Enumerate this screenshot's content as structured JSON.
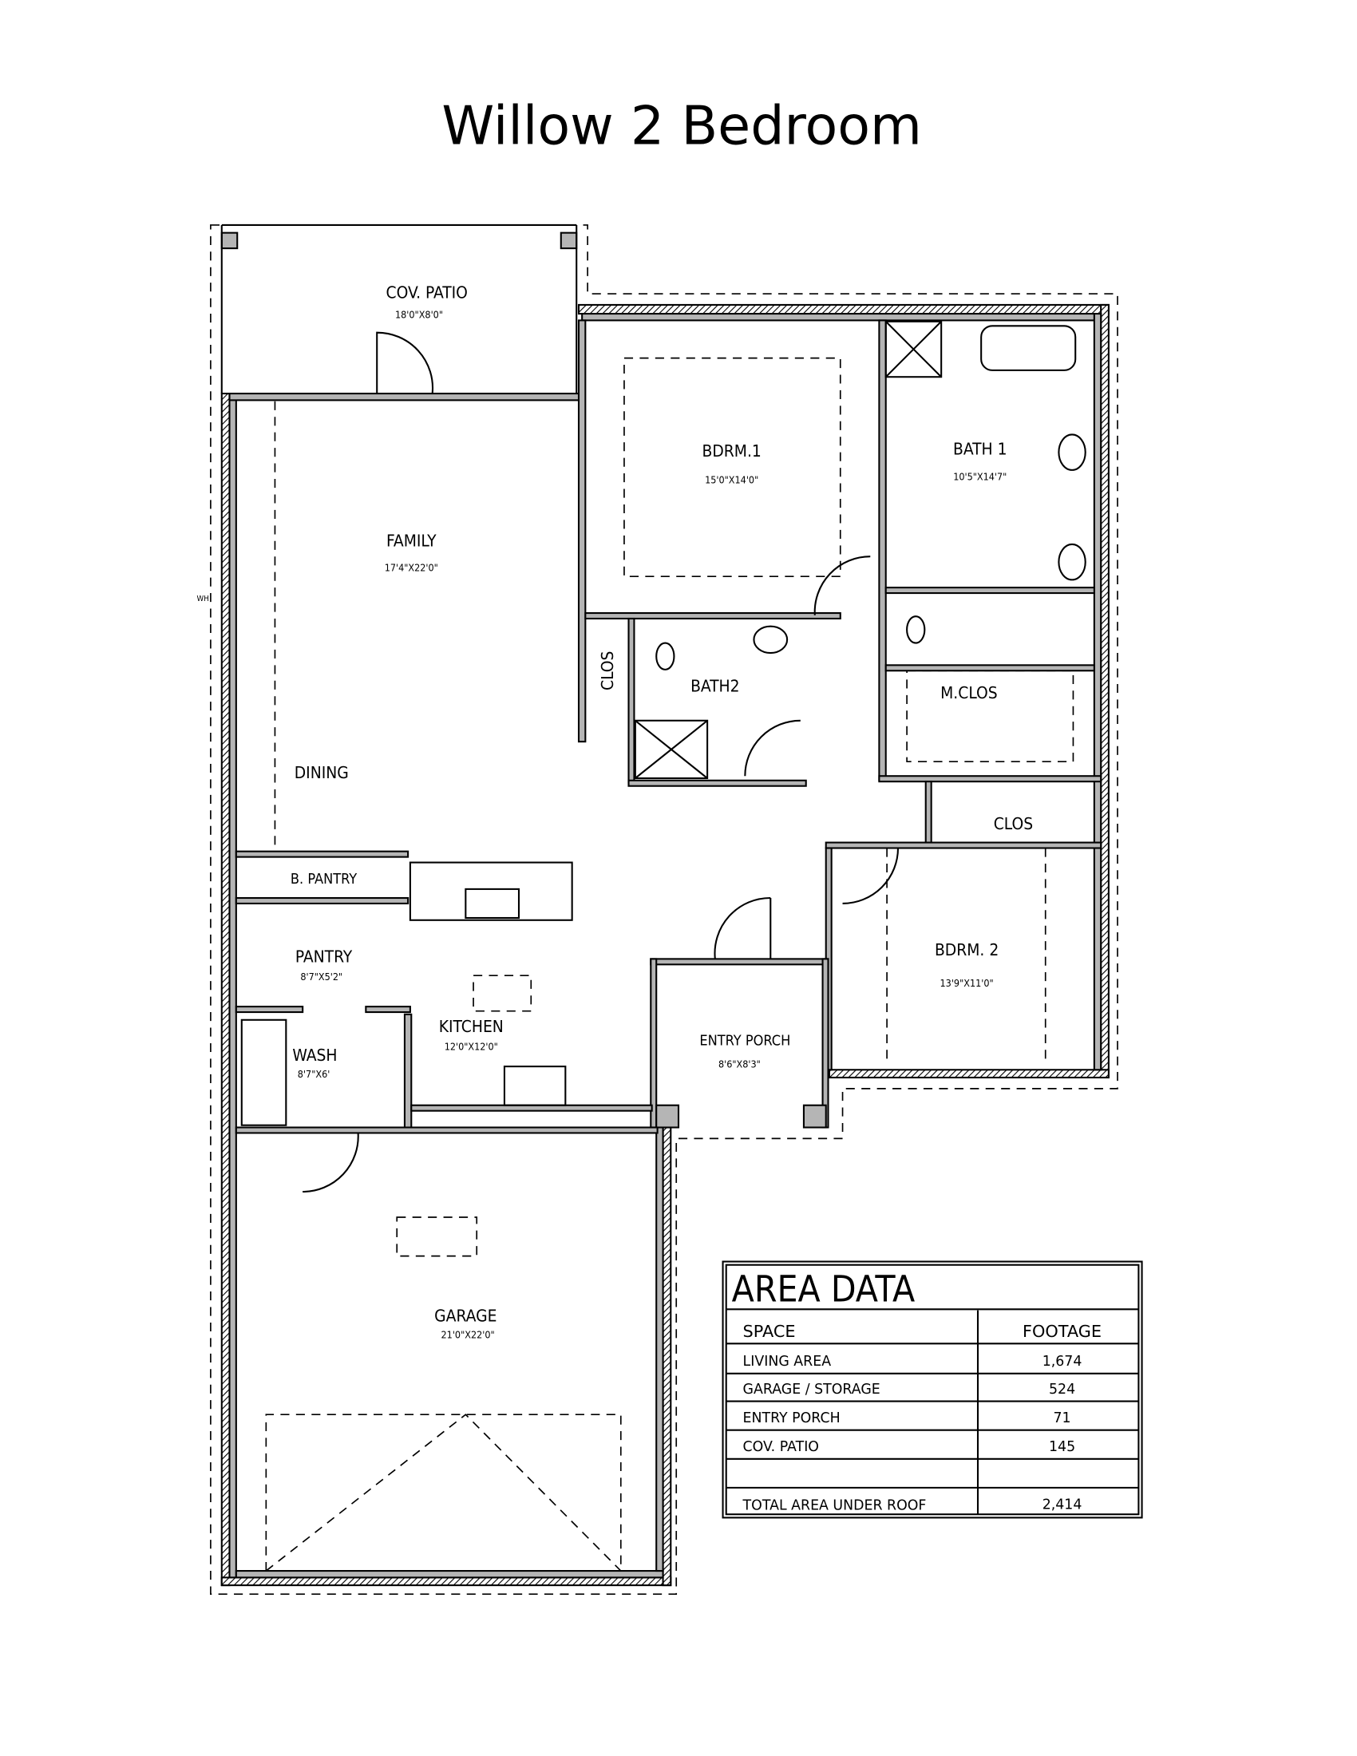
{
  "title": "Willow 2 Bedroom",
  "rooms": {
    "cov_patio": {
      "name": "COV. PATIO",
      "size": "18'0\"X8'0\""
    },
    "family": {
      "name": "FAMILY",
      "size": "17'4\"X22'0\""
    },
    "dining": {
      "name": "DINING"
    },
    "bdrm1": {
      "name": "BDRM.1",
      "size": "15'0\"X14'0\""
    },
    "bath1": {
      "name": "BATH 1",
      "size": "10'5\"X14'7\""
    },
    "clos_hall": {
      "name": "CLOS"
    },
    "bath2": {
      "name": "BATH2"
    },
    "mclos": {
      "name": "M.CLOS"
    },
    "clos_bdrm2": {
      "name": "CLOS"
    },
    "bpantry": {
      "name": "B. PANTRY"
    },
    "pantry": {
      "name": "PANTRY",
      "size": "8'7\"X5'2\""
    },
    "kitchen": {
      "name": "KITCHEN",
      "size": "12'0\"X12'0\""
    },
    "wash": {
      "name": "WASH",
      "size": "8'7\"X6'"
    },
    "entry_porch": {
      "name": "ENTRY PORCH",
      "size": "8'6\"X8'3\""
    },
    "bdrm2": {
      "name": "BDRM. 2",
      "size": "13'9\"X11'0\""
    },
    "garage": {
      "name": "GARAGE",
      "size": "21'0\"X22'0\""
    },
    "water_heater": {
      "name": "WH"
    }
  },
  "area_table": {
    "title": "AREA DATA",
    "headers": [
      "SPACE",
      "FOOTAGE"
    ],
    "rows": [
      {
        "space": "LIVING AREA",
        "footage": "1,674"
      },
      {
        "space": "GARAGE / STORAGE",
        "footage": "524"
      },
      {
        "space": "ENTRY PORCH",
        "footage": "71"
      },
      {
        "space": "COV. PATIO",
        "footage": "145"
      },
      {
        "space": "",
        "footage": ""
      }
    ],
    "total": {
      "space": "TOTAL AREA UNDER ROOF",
      "footage": "2,414"
    }
  }
}
